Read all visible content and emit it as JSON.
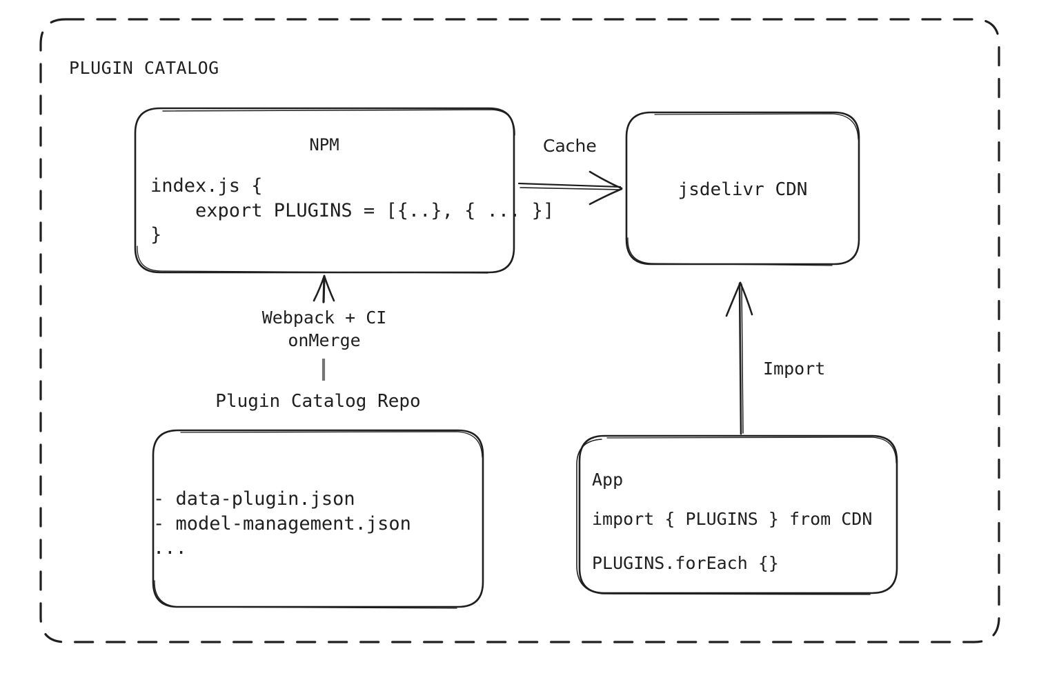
{
  "diagram": {
    "container": {
      "title": "PLUGIN CATALOG",
      "border_style": "dashed",
      "stroke_color": "#1f1f1f"
    },
    "nodes": {
      "npm": {
        "title": "NPM",
        "code_line_1": "index.js {",
        "code_line_2": "    export PLUGINS = [{..}, { ... }]",
        "code_line_3": "}"
      },
      "cdn": {
        "title": "jsdelivr CDN"
      },
      "repo": {
        "caption": "Plugin Catalog Repo",
        "item_1": "- data-plugin.json",
        "item_2": "- model-management.json",
        "item_3": "..."
      },
      "app": {
        "title": "App",
        "code_line_1": "import { PLUGINS } from CDN",
        "code_line_2": "PLUGINS.forEach {}"
      }
    },
    "edges": {
      "cache": {
        "label": "Cache",
        "from": "npm",
        "to": "cdn",
        "direction": "right"
      },
      "build": {
        "label_line_1": "Webpack + CI",
        "label_line_2": "onMerge",
        "from": "repo",
        "to": "npm",
        "direction": "up"
      },
      "import": {
        "label": "Import",
        "from": "app",
        "to": "cdn",
        "direction": "up"
      }
    }
  }
}
